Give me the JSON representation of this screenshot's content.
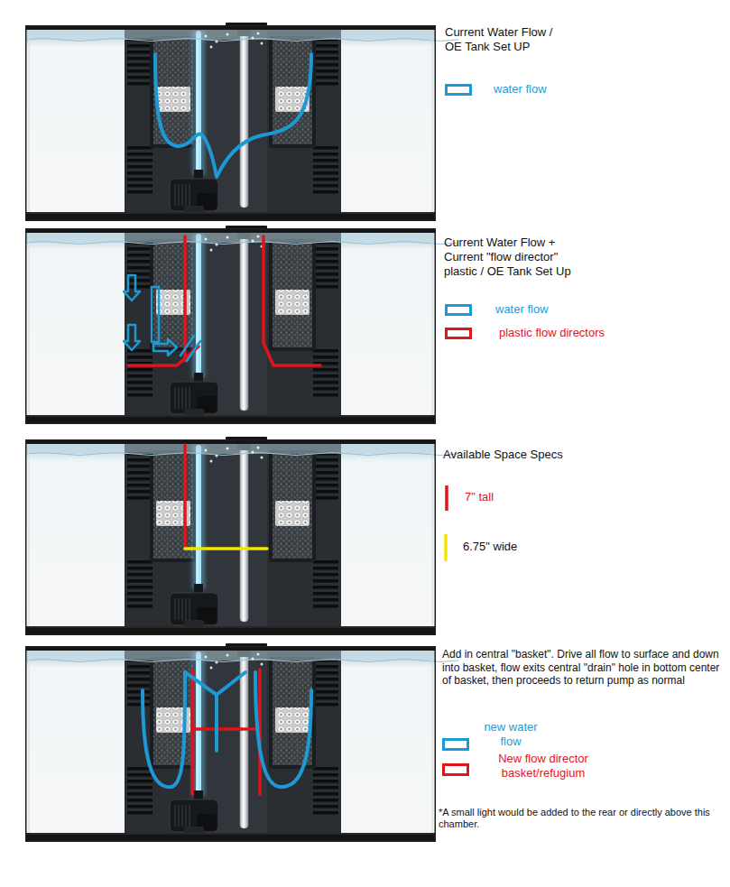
{
  "diagram": {
    "labels": [
      "Current Water Flow / OE Tank Set UP",
      "Current Water Flow + Current \"flow director\" plastic / OE Tank Set Up",
      "Available Space Specs",
      "Add in central \"basket\". Drive all flow to surface and down into basket, flow exits central \"drain\" hole in bottom center of basket, then proceeds to return pump as normal",
      "*A small light would be added to the rear or directly above this chamber."
    ],
    "legend": [
      {
        "text": "water flow",
        "color": "#1c9ad6"
      },
      {
        "text": "water flow",
        "color": "#1c9ad6"
      },
      {
        "text": "plastic flow directors",
        "color": "#e0141b"
      },
      {
        "text": "7\" tall"
      },
      {
        "text": "6.75\" wide"
      },
      {
        "text": "new water flow",
        "color": "#1c9ad6"
      },
      {
        "text": "New flow director basket/refugium",
        "color": "#e0141b"
      }
    ]
  }
}
